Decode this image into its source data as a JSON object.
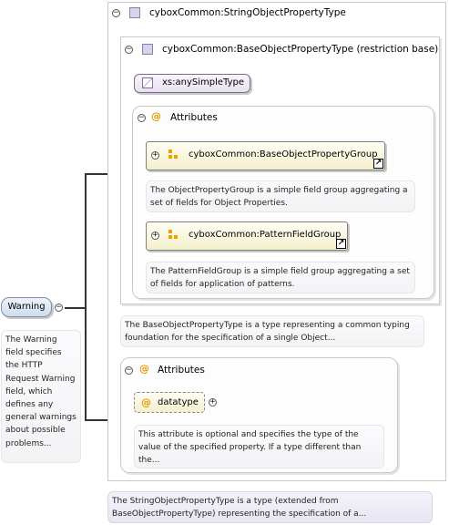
{
  "root": {
    "element_name": "Warning",
    "doc": "The Warning field specifies the HTTP Request Warning field, which defines any general warnings about possible problems..."
  },
  "outer_type": {
    "title": "cyboxCommon:StringObjectPropertyType",
    "doc": "The StringObjectPropertyType is a type (extended from BaseObjectPropertyType) representing the specification of a..."
  },
  "base_type": {
    "title": "cyboxCommon:BaseObjectPropertyType (restriction base)",
    "simple_type": "xs:anySimpleType",
    "attributes_label": "Attributes",
    "groups": [
      {
        "name": "cyboxCommon:BaseObjectPropertyGroup",
        "doc": "The ObjectPropertyGroup is a simple field group aggregating a set of fields for Object Properties."
      },
      {
        "name": "cyboxCommon:PatternFieldGroup",
        "doc": "The PatternFieldGroup is a simple field group aggregating a set of fields for application of patterns."
      }
    ],
    "doc": "The BaseObjectPropertyType is a type representing a common typing foundation for the specification of a single Object..."
  },
  "ext_attributes": {
    "label": "Attributes",
    "attribute_name": "datatype",
    "attribute_doc": "This attribute is optional and specifies the type of the value of the specified property. If a type different than the..."
  },
  "symbols": {
    "collapse": "−",
    "expand": "+",
    "attribute_at": "@",
    "link_arrow": "↗"
  },
  "colors": {
    "attribute_accent": "#e09a00",
    "type_icon_fill": "#d8d2ea",
    "group_node_fill": "#f4efcc",
    "element_node_fill": "#dce6f5"
  },
  "icons": [
    "collapse-toggle-icon",
    "complex-type-icon",
    "simple-type-icon",
    "attribute-group-icon",
    "external-link-icon",
    "expand-toggle-icon"
  ]
}
